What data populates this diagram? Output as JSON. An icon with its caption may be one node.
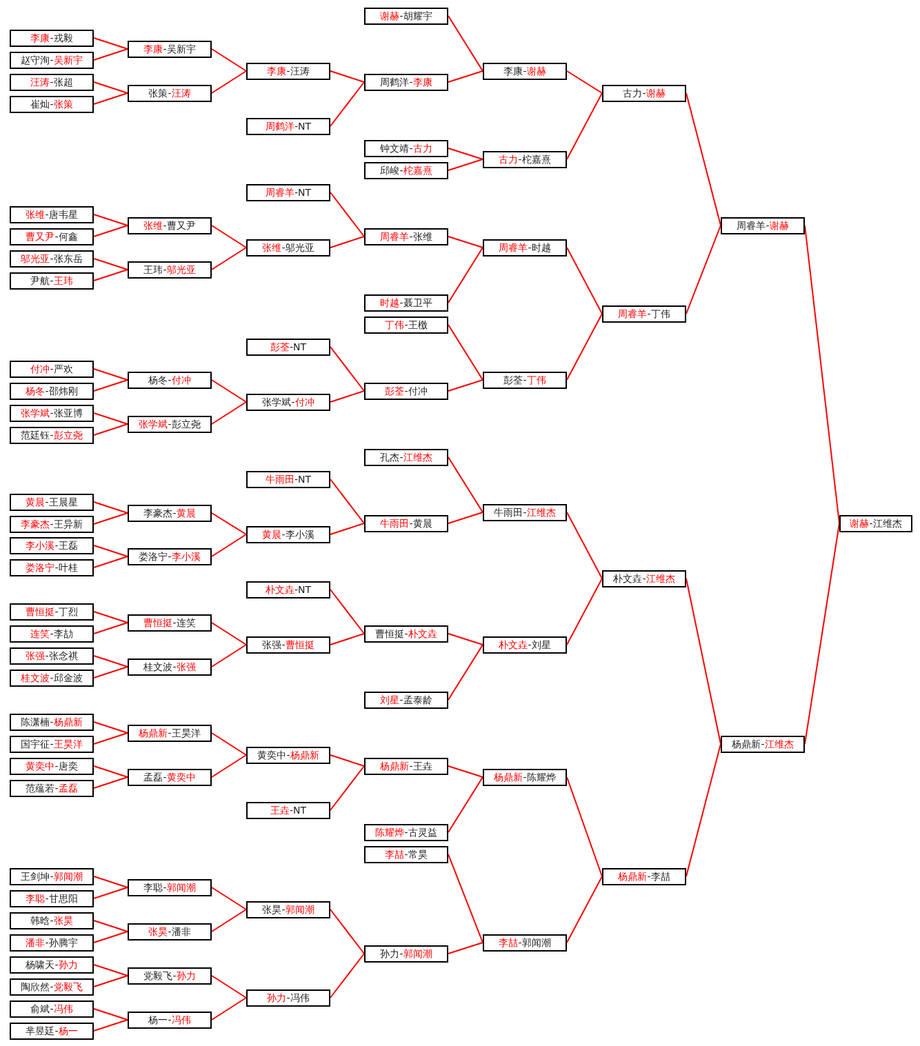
{
  "diagram": {
    "nodes": [
      {
        "text": [
          "**李康**-戎毅"
        ]
      },
      {
        "text": [
          "赵守洵-**吴新宇**"
        ]
      },
      {
        "text": [
          "**汪涛**-张超"
        ]
      },
      {
        "text": [
          "崔灿-**张策**"
        ]
      },
      {
        "text": [
          "**张维**-唐韦星"
        ]
      },
      {
        "text": [
          "**曹又尹**-何鑫"
        ]
      },
      {
        "text": [
          "**邬光亚**-张东岳"
        ]
      },
      {
        "text": [
          "尹航-**王玮**"
        ]
      },
      {
        "text": [
          "**付冲**-严欢"
        ]
      },
      {
        "text": [
          "**杨冬**-邵炜刚"
        ]
      },
      {
        "text": [
          "**张学斌**-张亚博"
        ]
      },
      {
        "text": [
          "范廷钰-**彭立尧**"
        ]
      },
      {
        "text": [
          "**黄晨**-王晨星"
        ]
      },
      {
        "text": [
          "**李豪杰**-王异新"
        ]
      },
      {
        "text": [
          "**李小溪**-王磊"
        ]
      },
      {
        "text": [
          "**娄洛宁**-叶桂"
        ]
      },
      {
        "text": [
          "**曹恒挺**-丁烈"
        ]
      },
      {
        "text": [
          "**连笑**-李劼"
        ]
      },
      {
        "text": [
          "**张强**-张念祺"
        ]
      },
      {
        "text": [
          "**桂文波**-邱金波"
        ]
      },
      {
        "text": [
          "陈潇楠-**杨鼎新**"
        ]
      },
      {
        "text": [
          "国宇征-**王昊洋**"
        ]
      },
      {
        "text": [
          "**黄奕中**-唐奕"
        ]
      },
      {
        "text": [
          "范蕴若-**孟磊**"
        ]
      },
      {
        "text": [
          "王剑坤-**郭闻潮**"
        ]
      },
      {
        "text": [
          "**李聪**-甘思阳"
        ]
      },
      {
        "text": [
          "韩晗-**张昊**"
        ]
      },
      {
        "text": [
          "**潘非**-孙腾宇"
        ]
      },
      {
        "text": [
          "杨啸天-**孙力**"
        ]
      },
      {
        "text": [
          "陶欣然-**党毅飞**"
        ]
      },
      {
        "text": [
          "俞斌-**冯伟**"
        ]
      },
      {
        "text": [
          "芈昱廷-**杨一**"
        ]
      },
      {
        "text": [
          "**李康**-吴新宇"
        ]
      },
      {
        "text": [
          "张策-**汪涛**"
        ]
      },
      {
        "text": [
          "**张维**-曹又尹"
        ]
      },
      {
        "text": [
          "王玮-**邬光亚**"
        ]
      },
      {
        "text": [
          "杨冬-**付冲**"
        ]
      },
      {
        "text": [
          "**张学斌**-彭立尧"
        ]
      },
      {
        "text": [
          "李豪杰-**黄晨**"
        ]
      },
      {
        "text": [
          "娄洛宁-**李小溪**"
        ]
      },
      {
        "text": [
          "**曹恒挺**-连笑"
        ]
      },
      {
        "text": [
          "桂文波-**张强**"
        ]
      },
      {
        "text": [
          "**杨鼎新**-王昊洋"
        ]
      },
      {
        "text": [
          "孟磊-**黄奕中**"
        ]
      },
      {
        "text": [
          "李聪-**郭闻潮**"
        ]
      },
      {
        "text": [
          "**张昊**-潘非"
        ]
      },
      {
        "text": [
          "党毅飞-**孙力**"
        ]
      },
      {
        "text": [
          "杨一-**冯伟**"
        ]
      },
      {
        "text": [
          "**李康**-汪涛"
        ]
      },
      {
        "text": [
          "**周鹤洋**-NT"
        ]
      },
      {
        "text": [
          "**周睿羊**-NT"
        ]
      },
      {
        "text": [
          "**张维**-邬光亚"
        ]
      },
      {
        "text": [
          "**彭荃**-NT"
        ]
      },
      {
        "text": [
          "张学斌-**付冲**"
        ]
      },
      {
        "text": [
          "**牛雨田**-NT"
        ]
      },
      {
        "text": [
          "**黄晨**-李小溪"
        ]
      },
      {
        "text": [
          "**朴文垚**-NT"
        ]
      },
      {
        "text": [
          "张强-**曹恒挺**"
        ]
      },
      {
        "text": [
          "黄奕中-**杨鼎新**"
        ]
      },
      {
        "text": [
          "**王垚**-NT"
        ]
      },
      {
        "text": [
          "张昊-**郭闻潮**"
        ]
      },
      {
        "text": [
          "**孙力**-冯伟"
        ]
      },
      {
        "text": [
          "**谢赫**-胡耀宇"
        ]
      },
      {
        "text": [
          "周鹤洋-**李康**"
        ]
      },
      {
        "text": [
          "钟文靖-**古力**"
        ]
      },
      {
        "text": [
          "邱峻-**柁嘉熹**"
        ]
      },
      {
        "text": [
          "**周睿羊**-张维"
        ]
      },
      {
        "text": [
          "**时越**-聂卫平"
        ]
      },
      {
        "text": [
          "**丁伟**-王檄"
        ]
      },
      {
        "text": [
          "**彭荃**-付冲"
        ]
      },
      {
        "text": [
          "孔杰-**江维杰**"
        ]
      },
      {
        "text": [
          "**牛雨田**-黄晨"
        ]
      },
      {
        "text": [
          "曹恒挺-**朴文垚**"
        ]
      },
      {
        "text": [
          "**刘星**-孟泰龄"
        ]
      },
      {
        "text": [
          "**杨鼎新**-王垚"
        ]
      },
      {
        "text": [
          "**陈耀烨**-古灵益"
        ]
      },
      {
        "text": [
          "**李喆**-常昊"
        ]
      },
      {
        "text": [
          "孙力-**郭闻潮**"
        ]
      },
      {
        "text": [
          "李康-**谢赫**"
        ]
      },
      {
        "text": [
          "**古力**-柁嘉熹"
        ]
      },
      {
        "text": [
          "**周睿羊**-时越"
        ]
      },
      {
        "text": [
          "彭荃-**丁伟**"
        ]
      },
      {
        "text": [
          "牛雨田-**江维杰**"
        ]
      },
      {
        "text": [
          "**朴文垚**-刘星"
        ]
      },
      {
        "text": [
          "**杨鼎新**-陈耀烨"
        ]
      },
      {
        "text": [
          "**李喆**-郭闻潮"
        ]
      },
      {
        "text": [
          "古力-**谢赫**"
        ]
      },
      {
        "text": [
          "**周睿羊**-丁伟"
        ]
      },
      {
        "text": [
          "朴文垚-**江维杰**"
        ]
      },
      {
        "text": [
          "**杨鼎新**-李喆"
        ]
      },
      {
        "text": [
          "周睿羊-**谢赫**"
        ]
      },
      {
        "text": [
          "杨鼎新-**江维杰**"
        ]
      },
      {
        "text": [
          "**谢赫**-江维杰"
        ]
      }
    ],
    "edges": [
      {
        "from": 0,
        "to": 32,
        "arrow": "none"
      },
      {
        "from": 1,
        "to": 32,
        "arrow": "none"
      },
      {
        "from": 2,
        "to": 33,
        "arrow": "none"
      },
      {
        "from": 3,
        "to": 33,
        "arrow": "none"
      },
      {
        "from": 4,
        "to": 34,
        "arrow": "none"
      },
      {
        "from": 5,
        "to": 34,
        "arrow": "none"
      },
      {
        "from": 6,
        "to": 35,
        "arrow": "none"
      },
      {
        "from": 7,
        "to": 35,
        "arrow": "none"
      },
      {
        "from": 8,
        "to": 36,
        "arrow": "none"
      },
      {
        "from": 9,
        "to": 36,
        "arrow": "none"
      },
      {
        "from": 10,
        "to": 37,
        "arrow": "none"
      },
      {
        "from": 11,
        "to": 37,
        "arrow": "none"
      },
      {
        "from": 12,
        "to": 38,
        "arrow": "none"
      },
      {
        "from": 13,
        "to": 38,
        "arrow": "none"
      },
      {
        "from": 14,
        "to": 39,
        "arrow": "none"
      },
      {
        "from": 15,
        "to": 39,
        "arrow": "none"
      },
      {
        "from": 16,
        "to": 40,
        "arrow": "none"
      },
      {
        "from": 17,
        "to": 40,
        "arrow": "none"
      },
      {
        "from": 18,
        "to": 41,
        "arrow": "none"
      },
      {
        "from": 19,
        "to": 41,
        "arrow": "none"
      },
      {
        "from": 20,
        "to": 42,
        "arrow": "none"
      },
      {
        "from": 21,
        "to": 42,
        "arrow": "none"
      },
      {
        "from": 22,
        "to": 43,
        "arrow": "none"
      },
      {
        "from": 23,
        "to": 43,
        "arrow": "none"
      },
      {
        "from": 24,
        "to": 44,
        "arrow": "none"
      },
      {
        "from": 25,
        "to": 44,
        "arrow": "none"
      },
      {
        "from": 26,
        "to": 45,
        "arrow": "none"
      },
      {
        "from": 27,
        "to": 45,
        "arrow": "none"
      },
      {
        "from": 28,
        "to": 46,
        "arrow": "none"
      },
      {
        "from": 29,
        "to": 46,
        "arrow": "none"
      },
      {
        "from": 30,
        "to": 47,
        "arrow": "none"
      },
      {
        "from": 31,
        "to": 47,
        "arrow": "none"
      },
      {
        "from": 32,
        "to": 48,
        "arrow": "none"
      },
      {
        "from": 33,
        "to": 48,
        "arrow": "none"
      },
      {
        "from": 34,
        "to": 51,
        "arrow": "none"
      },
      {
        "from": 35,
        "to": 51,
        "arrow": "none"
      },
      {
        "from": 36,
        "to": 53,
        "arrow": "none"
      },
      {
        "from": 37,
        "to": 53,
        "arrow": "none"
      },
      {
        "from": 38,
        "to": 55,
        "arrow": "none"
      },
      {
        "from": 39,
        "to": 55,
        "arrow": "none"
      },
      {
        "from": 40,
        "to": 57,
        "arrow": "none"
      },
      {
        "from": 41,
        "to": 57,
        "arrow": "none"
      },
      {
        "from": 42,
        "to": 58,
        "arrow": "none"
      },
      {
        "from": 43,
        "to": 58,
        "arrow": "none"
      },
      {
        "from": 44,
        "to": 60,
        "arrow": "none"
      },
      {
        "from": 45,
        "to": 60,
        "arrow": "none"
      },
      {
        "from": 46,
        "to": 61,
        "arrow": "none"
      },
      {
        "from": 47,
        "to": 61,
        "arrow": "none"
      },
      {
        "from": 48,
        "to": 63,
        "arrow": "none"
      },
      {
        "from": 49,
        "to": 63,
        "arrow": "none"
      },
      {
        "from": 50,
        "to": 66,
        "arrow": "none"
      },
      {
        "from": 51,
        "to": 66,
        "arrow": "none"
      },
      {
        "from": 52,
        "to": 69,
        "arrow": "none"
      },
      {
        "from": 53,
        "to": 69,
        "arrow": "none"
      },
      {
        "from": 54,
        "to": 71,
        "arrow": "none"
      },
      {
        "from": 55,
        "to": 71,
        "arrow": "none"
      },
      {
        "from": 56,
        "to": 72,
        "arrow": "none"
      },
      {
        "from": 57,
        "to": 72,
        "arrow": "none"
      },
      {
        "from": 58,
        "to": 74,
        "arrow": "none"
      },
      {
        "from": 59,
        "to": 74,
        "arrow": "none"
      },
      {
        "from": 60,
        "to": 77,
        "arrow": "none"
      },
      {
        "from": 61,
        "to": 77,
        "arrow": "none"
      },
      {
        "from": 62,
        "to": 78,
        "arrow": "none"
      },
      {
        "from": 63,
        "to": 78,
        "arrow": "none"
      },
      {
        "from": 64,
        "to": 79,
        "arrow": "none"
      },
      {
        "from": 65,
        "to": 79,
        "arrow": "none"
      },
      {
        "from": 66,
        "to": 80,
        "arrow": "none"
      },
      {
        "from": 67,
        "to": 80,
        "arrow": "none"
      },
      {
        "from": 68,
        "to": 81,
        "arrow": "none"
      },
      {
        "from": 69,
        "to": 81,
        "arrow": "none"
      },
      {
        "from": 70,
        "to": 82,
        "arrow": "none"
      },
      {
        "from": 71,
        "to": 82,
        "arrow": "none"
      },
      {
        "from": 72,
        "to": 83,
        "arrow": "none"
      },
      {
        "from": 73,
        "to": 83,
        "arrow": "none"
      },
      {
        "from": 74,
        "to": 84,
        "arrow": "none"
      },
      {
        "from": 75,
        "to": 84,
        "arrow": "none"
      },
      {
        "from": 76,
        "to": 85,
        "arrow": "none"
      },
      {
        "from": 77,
        "to": 85,
        "arrow": "none"
      },
      {
        "from": 78,
        "to": 86,
        "arrow": "none"
      },
      {
        "from": 79,
        "to": 86,
        "arrow": "none"
      },
      {
        "from": 80,
        "to": 87,
        "arrow": "none"
      },
      {
        "from": 81,
        "to": 87,
        "arrow": "none"
      },
      {
        "from": 82,
        "to": 88,
        "arrow": "none"
      },
      {
        "from": 83,
        "to": 88,
        "arrow": "none"
      },
      {
        "from": 84,
        "to": 89,
        "arrow": "none"
      },
      {
        "from": 85,
        "to": 89,
        "arrow": "none"
      },
      {
        "from": 86,
        "to": 90,
        "arrow": "none"
      },
      {
        "from": 87,
        "to": 90,
        "arrow": "none"
      },
      {
        "from": 88,
        "to": 91,
        "arrow": "none"
      },
      {
        "from": 89,
        "to": 91,
        "arrow": "none"
      },
      {
        "from": 90,
        "to": 92,
        "arrow": "none"
      },
      {
        "from": 91,
        "to": 92,
        "arrow": "none"
      }
    ]
  }
}
